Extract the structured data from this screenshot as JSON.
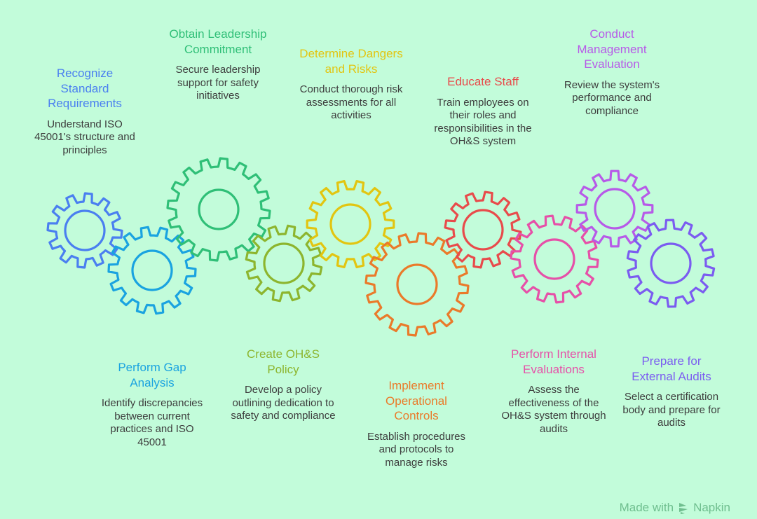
{
  "steps": [
    {
      "title": "Recognize Standard Requirements",
      "desc": "Understand ISO 45001's structure and principles",
      "color": "#4a7ff0"
    },
    {
      "title": "Perform Gap Analysis",
      "desc": "Identify discrepancies between current practices and ISO 45001",
      "color": "#1aa3e0"
    },
    {
      "title": "Obtain Leadership Commitment",
      "desc": "Secure leadership support for safety initiatives",
      "color": "#2fbf77"
    },
    {
      "title": "Create OH&S Policy",
      "desc": "Develop a policy outlining dedication to safety and compliance",
      "color": "#8db52e"
    },
    {
      "title": "Determine Dangers and Risks",
      "desc": "Conduct thorough risk assessments for all activities",
      "color": "#e2c511"
    },
    {
      "title": "Implement Operational Controls",
      "desc": "Establish procedures and protocols to manage risks",
      "color": "#ea7a2a"
    },
    {
      "title": "Educate Staff",
      "desc": "Train employees on their roles and responsibilities in the OH&S system",
      "color": "#e84b4b"
    },
    {
      "title": "Perform Internal Evaluations",
      "desc": "Assess the effectiveness of the OH&S system through audits",
      "color": "#e650a8"
    },
    {
      "title": "Conduct Management Evaluation",
      "desc": "Review the system's performance and compliance",
      "color": "#b75ae8"
    },
    {
      "title": "Prepare for External Audits",
      "desc": "Select a certification body and prepare for audits",
      "color": "#7b5cf0"
    }
  ],
  "footer": {
    "label": "Made with",
    "brand": "Napkin"
  }
}
